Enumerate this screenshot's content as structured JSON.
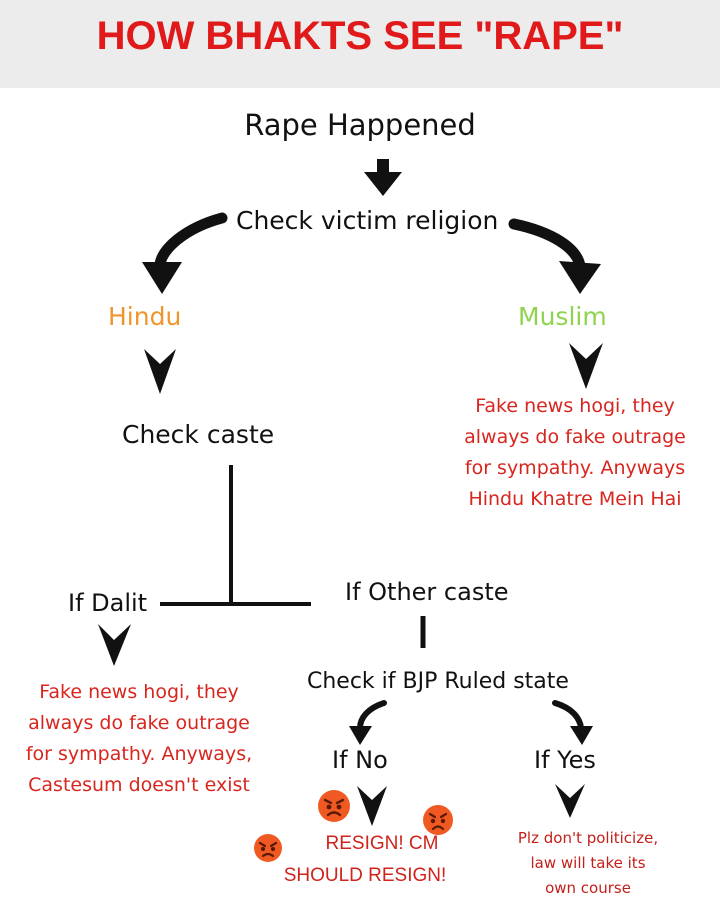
{
  "title": "HOW BHAKTS SEE \"RAPE\"",
  "nodes": {
    "start": "Rape Happened",
    "check_religion": "Check victim religion",
    "hindu": "Hindu",
    "muslim": "Muslim",
    "check_caste": "Check caste",
    "if_dalit": "If Dalit",
    "if_other_caste": "If Other caste",
    "check_bjp": "Check if BJP Ruled state",
    "if_no": "If No",
    "if_yes": "If Yes"
  },
  "outcomes": {
    "muslim": [
      "Fake news hogi, they",
      "always do fake outrage",
      "for sympathy. Anyways",
      "Hindu Khatre Mein Hai"
    ],
    "dalit": [
      "Fake news hogi, they",
      "always do fake outrage",
      "for sympathy. Anyways,",
      "Castesum doesn't exist"
    ],
    "no": [
      "RESIGN! CM",
      "SHOULD RESIGN!"
    ],
    "yes": [
      "Plz don't politicize,",
      "law will take its",
      "own course"
    ]
  },
  "colors": {
    "title": "#e01a1a",
    "header_bg": "#ececec",
    "hindu": "#f0952a",
    "muslim": "#8fd44e",
    "outcome_text": "#d8261f",
    "angry_emoji": "#f05a22"
  },
  "icons": [
    "down-arrow-icon",
    "curved-arrow-icon",
    "chevron-down-icon",
    "angry-face-icon"
  ]
}
